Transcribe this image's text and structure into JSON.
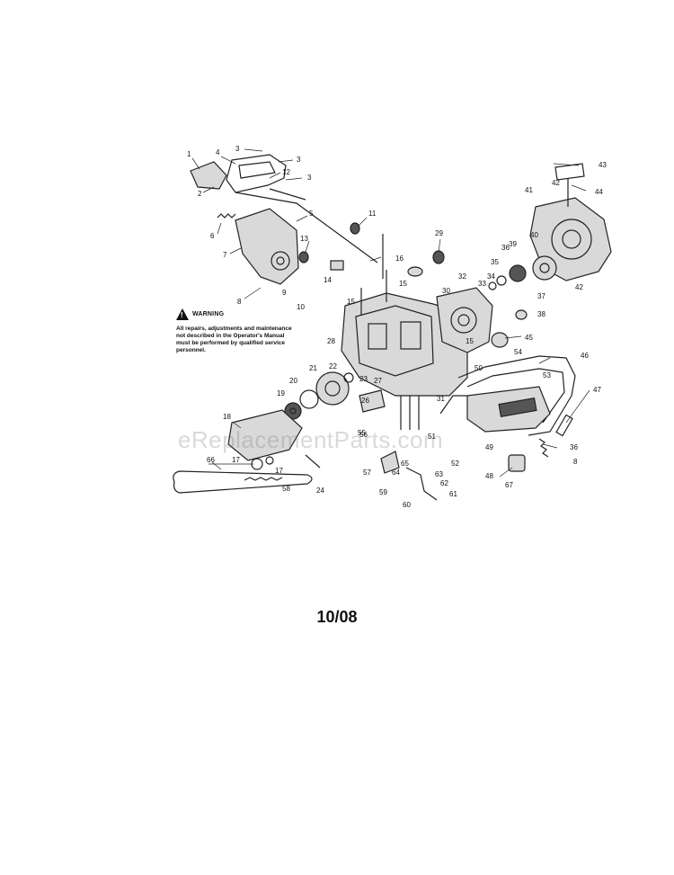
{
  "warning": {
    "title": "WARNING",
    "text": "All repairs, adjustments and maintenance not described in the Operator's Manual must be performed by qualified service personnel."
  },
  "watermark": "eReplacementParts.com",
  "date_code": "10/08",
  "callouts": [
    "1",
    "2",
    "3",
    "3",
    "3",
    "4",
    "5",
    "6",
    "7",
    "8",
    "9",
    "10",
    "11",
    "12",
    "13",
    "14",
    "15",
    "15",
    "15",
    "16",
    "17",
    "17",
    "18",
    "19",
    "20",
    "21",
    "22",
    "23",
    "24",
    "26",
    "27",
    "28",
    "29",
    "30",
    "31",
    "32",
    "33",
    "34",
    "35",
    "36",
    "37",
    "38",
    "39",
    "40",
    "41",
    "42",
    "42",
    "43",
    "44",
    "45",
    "46",
    "47",
    "48",
    "49",
    "50",
    "51",
    "52",
    "53",
    "54",
    "55",
    "56",
    "57",
    "58",
    "59",
    "60",
    "61",
    "62",
    "63",
    "64",
    "65",
    "66",
    "67",
    "8"
  ]
}
